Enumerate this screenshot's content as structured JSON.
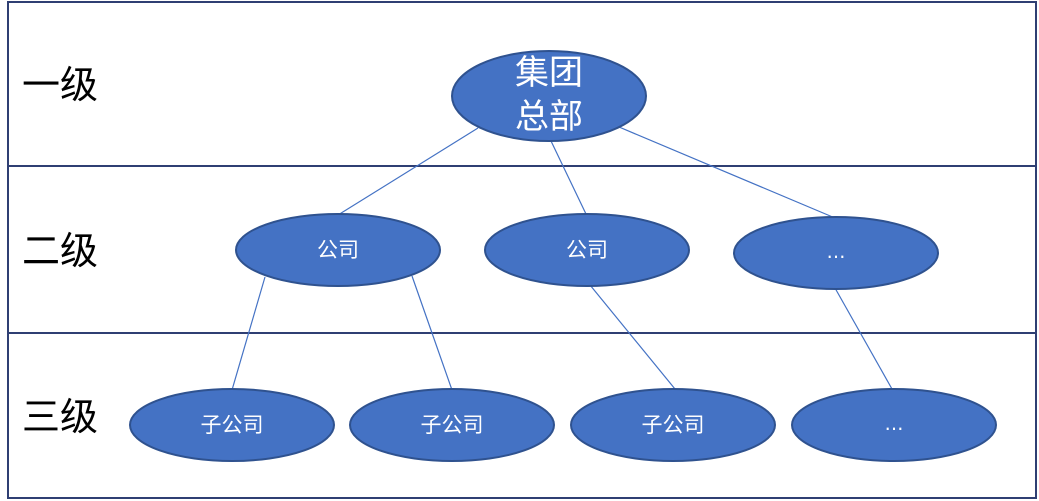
{
  "colors": {
    "frame": "#2f3f73",
    "node_fill": "#4472c4",
    "node_stroke": "#2f528f",
    "connector": "#4472c4",
    "node_text": "#ffffff",
    "label_text": "#000000"
  },
  "levels": [
    {
      "label": "一级"
    },
    {
      "label": "二级"
    },
    {
      "label": "三级"
    }
  ],
  "nodes": {
    "root": {
      "line1": "集团",
      "line2": "总部"
    },
    "level2": [
      {
        "label": "公司"
      },
      {
        "label": "公司"
      },
      {
        "label": "…"
      }
    ],
    "level3": [
      {
        "label": "子公司"
      },
      {
        "label": "子公司"
      },
      {
        "label": "子公司"
      },
      {
        "label": "…"
      }
    ]
  }
}
